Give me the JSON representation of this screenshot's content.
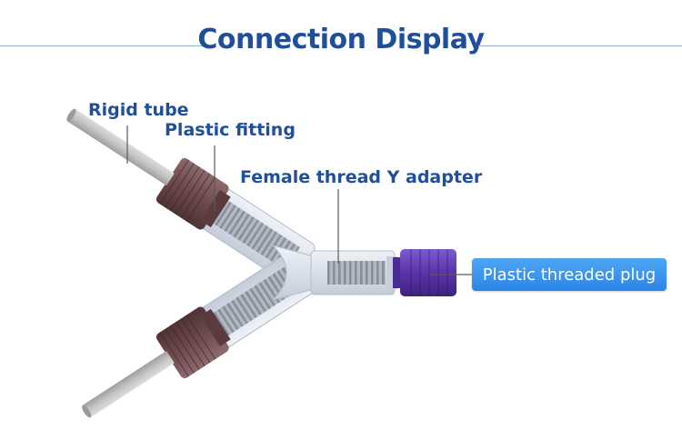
{
  "title": "Connection Display",
  "labels": {
    "rigid_tube": "Rigid tube",
    "plastic_fitting": "Plastic fitting",
    "y_adapter": "Female thread Y adapter",
    "threaded_plug": "Plastic threaded plug"
  },
  "colors": {
    "title": "#1f4f9a",
    "callout": "#2a86e6",
    "fitting": "#6e4a4e",
    "plug": "#5a34a8",
    "tube": "#b9b9b9"
  }
}
